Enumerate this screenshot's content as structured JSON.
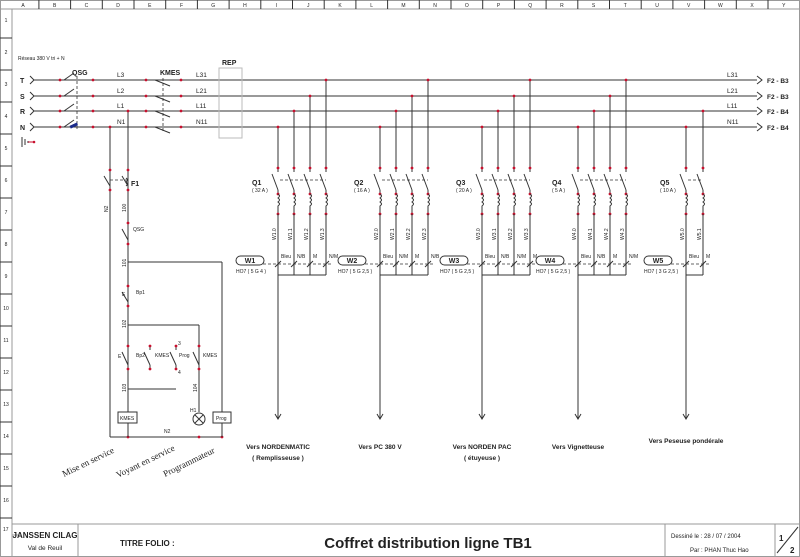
{
  "sheet": {
    "columns": [
      "A",
      "B",
      "C",
      "D",
      "E",
      "F",
      "G",
      "H",
      "I",
      "J",
      "K",
      "L",
      "M",
      "N",
      "O",
      "P",
      "Q",
      "R",
      "S",
      "T",
      "U",
      "V",
      "W",
      "X",
      "Y"
    ],
    "rows": [
      "1",
      "2",
      "3",
      "4",
      "5",
      "6",
      "7",
      "8",
      "9",
      "10",
      "11",
      "12",
      "13",
      "14",
      "15",
      "16",
      "17"
    ]
  },
  "supply": {
    "network_label": "Réseau 380 V tri + N",
    "phases": [
      "T",
      "S",
      "R",
      "N"
    ],
    "main_switch": "QSG",
    "contactor": "KMES",
    "rep": "REP",
    "lines_mid": [
      "L3",
      "L2",
      "L1",
      "N1"
    ],
    "lines_out": [
      "L31",
      "L21",
      "L11",
      "N11"
    ],
    "lines_end": [
      "L31",
      "L21",
      "L11",
      "N11"
    ],
    "destinations": [
      "F2 - B3",
      "F2 - B3",
      "F2 - B4",
      "F2 - B4"
    ]
  },
  "control": {
    "fuse": "F1",
    "n2": "N2",
    "w100": "100",
    "qsg": "QSG",
    "w101": "101",
    "bp1": "Bp1",
    "w102": "102",
    "bp2": "Bp2",
    "kmes": "KMES",
    "prog": "Prog",
    "kmes2": "KMES",
    "t3": "3",
    "t4": "4",
    "w103": "103",
    "w104": "104",
    "h1": "H1",
    "coil_kmes": "KMES",
    "coil_prog": "Prog",
    "n2_bottom": "N2",
    "e1": "E",
    "e2": "E",
    "captions": [
      "Mise en service",
      "Voyant en service",
      "Programmateur"
    ]
  },
  "feeders": [
    {
      "breaker": "Q1",
      "rating": "( 32 A )",
      "wires": [
        "W1.0",
        "W1.1",
        "W1.2",
        "W1.3"
      ],
      "cable": "W1",
      "spec": "HO7 ( 5 G 4 )",
      "cores": [
        "Bleu",
        "N/B",
        "M",
        "N/M"
      ],
      "dest": [
        "Vers NORDENMATIC",
        "( Remplisseuse )"
      ]
    },
    {
      "breaker": "Q2",
      "rating": "( 16 A )",
      "wires": [
        "W2.0",
        "W2.1",
        "W2.2",
        "W2.3"
      ],
      "cable": "W2",
      "spec": "HO7 ( 5 G 2,5 )",
      "cores": [
        "Bleu",
        "N/M",
        "M",
        "N/B"
      ],
      "dest": [
        "Vers PC 380 V"
      ]
    },
    {
      "breaker": "Q3",
      "rating": "( 20 A )",
      "wires": [
        "W3.0",
        "W3.1",
        "W3.2",
        "W3.3"
      ],
      "cable": "W3",
      "spec": "HO7 ( 5 G 2,5 )",
      "cores": [
        "Bleu",
        "N/B",
        "N/M",
        "M"
      ],
      "dest": [
        "Vers NORDEN PAC",
        "( étuyeuse )"
      ]
    },
    {
      "breaker": "Q4",
      "rating": "( 5 A )",
      "wires": [
        "W4.0",
        "W4.1",
        "W4.2",
        "W4.3"
      ],
      "cable": "W4",
      "spec": "HO7 ( 5 G 2,5 )",
      "cores": [
        "Bleu",
        "N/B",
        "M",
        "N/M"
      ],
      "dest": [
        "Vers Vignetteuse"
      ]
    },
    {
      "breaker": "Q5",
      "rating": "( 10 A )",
      "wires": [
        "W5.0",
        "W5.1"
      ],
      "cable": "W5",
      "spec": "HO7 ( 3 G 2,5 )",
      "cores": [
        "Bleu",
        "M"
      ],
      "dest": [
        "Vers Peseuse pondérale"
      ]
    }
  ],
  "title_block": {
    "company": "JANSSEN  CILAG",
    "site": "Val de Reuil",
    "folio_label": "TITRE FOLIO :",
    "title": "Coffret distribution ligne TB1",
    "drawn_label": "Dessiné le :  28 / 07 / 2004",
    "author_label": "Par :  PHAN Thuc Hao",
    "page": "1",
    "pages": "2"
  },
  "colors": {
    "terminal": "#c8102e",
    "line": "#333333",
    "border": "#999999"
  }
}
